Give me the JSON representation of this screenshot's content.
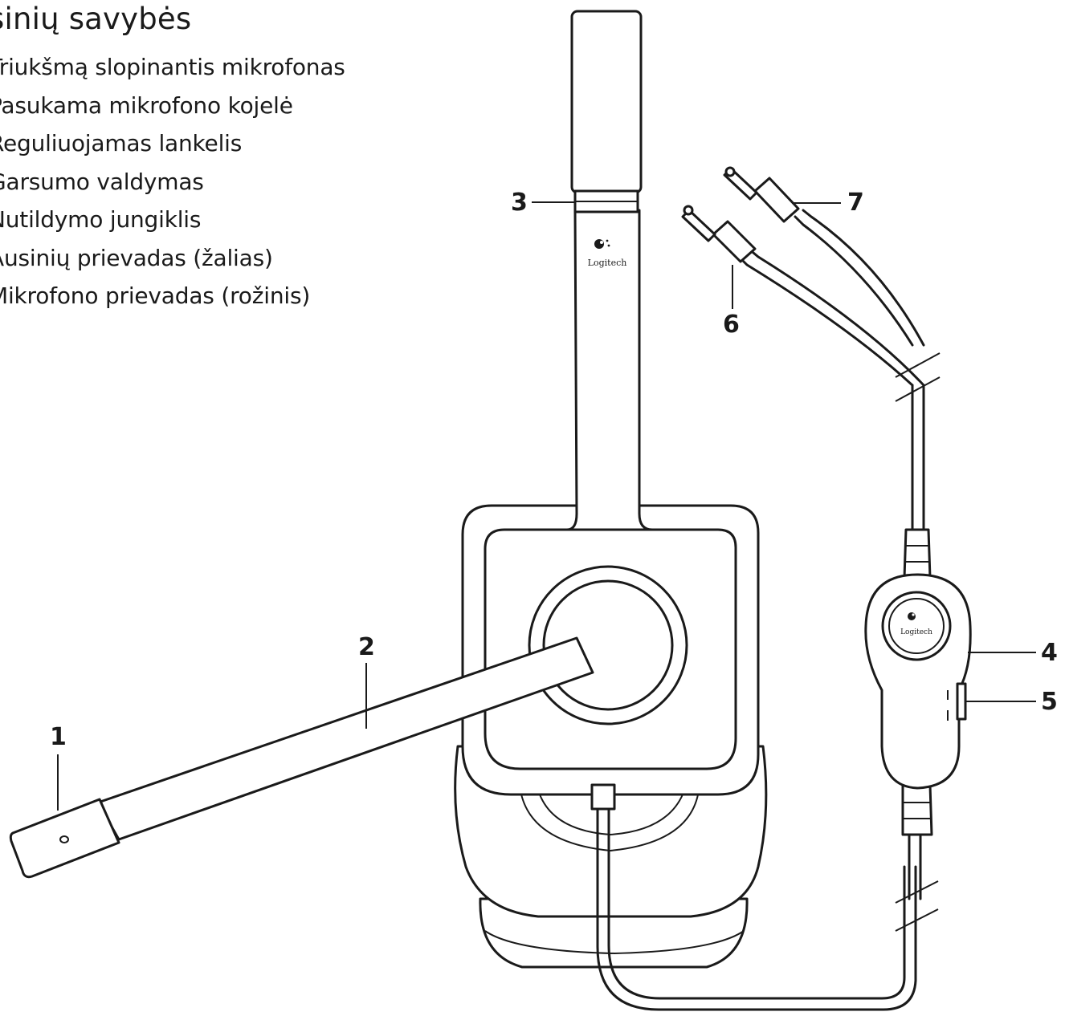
{
  "heading": "sinių savybės",
  "features": [
    "Triukšmą slopinantis mikrofonas",
    "Pasukama mikrofono kojelė",
    "Reguliuojamas lankelis",
    "Garsumo valdymas",
    "Nutildymo jungiklis",
    "Ausinių prievadas (žalias)",
    "Mikrofono prievadas (rožinis)"
  ],
  "callouts": {
    "c1": "1",
    "c2": "2",
    "c3": "3",
    "c4": "4",
    "c5": "5",
    "c6": "6",
    "c7": "7"
  },
  "logo": "Logitech"
}
